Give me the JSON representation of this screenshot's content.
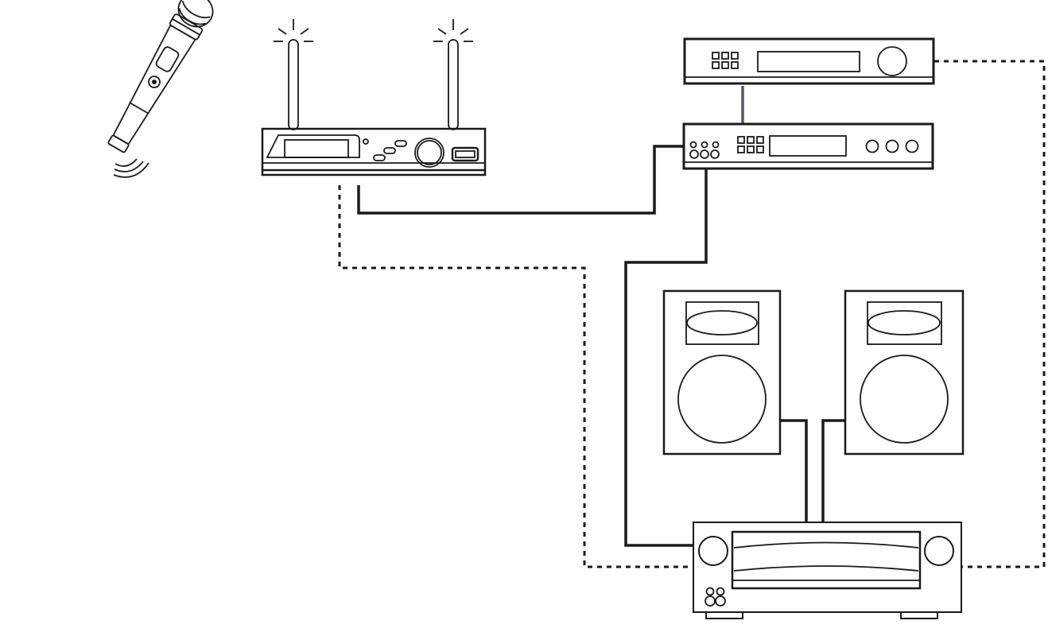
{
  "diagram": {
    "background_color": "#ffffff",
    "line_color": "#1a1a1a",
    "accent_color": "#5a5570",
    "components": [
      {
        "id": "wireless-microphone",
        "icon": "microphone-icon",
        "label": ""
      },
      {
        "id": "wireless-receiver",
        "icon": "receiver-icon",
        "label": ""
      },
      {
        "id": "cd-player",
        "icon": "cd-player-icon",
        "label": ""
      },
      {
        "id": "mixer-processor",
        "icon": "mixer-icon",
        "label": ""
      },
      {
        "id": "speaker-left",
        "icon": "speaker-icon",
        "label": ""
      },
      {
        "id": "speaker-right",
        "icon": "speaker-icon",
        "label": ""
      },
      {
        "id": "power-amplifier",
        "icon": "amplifier-icon",
        "label": ""
      }
    ],
    "connections": [
      {
        "from": "wireless-receiver",
        "to": "mixer-processor",
        "style": "solid"
      },
      {
        "from": "cd-player",
        "to": "mixer-processor",
        "style": "solid"
      },
      {
        "from": "mixer-processor",
        "to": "power-amplifier",
        "style": "solid"
      },
      {
        "from": "power-amplifier",
        "to": "speaker-left",
        "style": "solid"
      },
      {
        "from": "power-amplifier",
        "to": "speaker-right",
        "style": "solid"
      },
      {
        "from": "wireless-receiver",
        "to": "power-amplifier",
        "style": "dashed"
      },
      {
        "from": "cd-player",
        "to": "power-amplifier",
        "style": "dashed"
      }
    ]
  }
}
